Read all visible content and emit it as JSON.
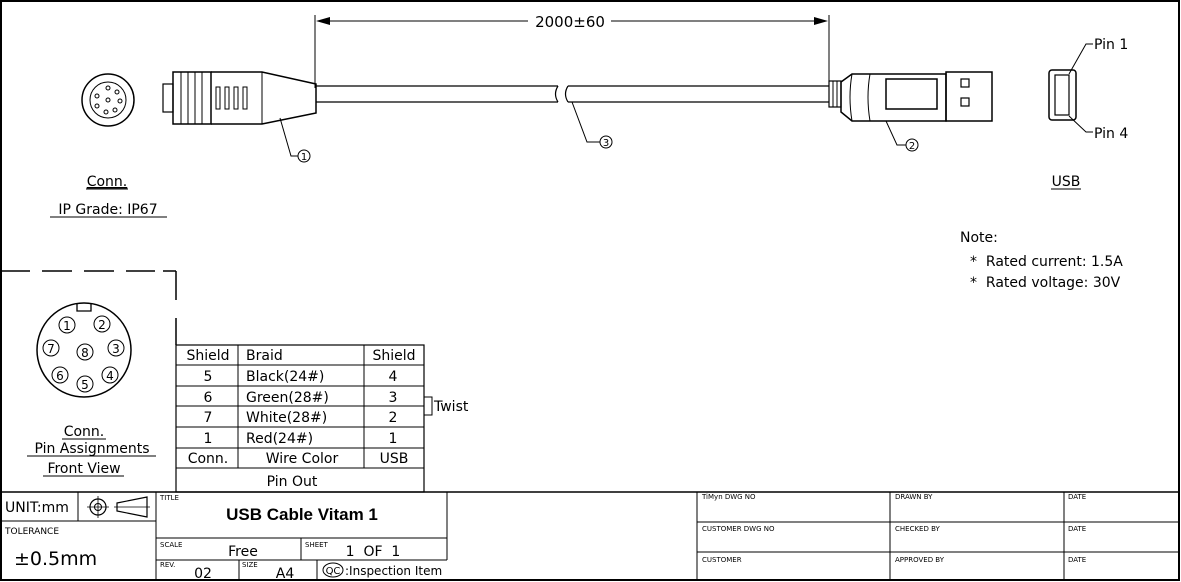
{
  "dimension": {
    "length": "2000±60"
  },
  "callouts": {
    "c1": "1",
    "c2": "2",
    "c3": "3"
  },
  "connector": {
    "label": "Conn.",
    "ip_grade": "IP Grade: IP67"
  },
  "usb": {
    "label": "USB",
    "pin1": "Pin 1",
    "pin4": "Pin 4"
  },
  "note": {
    "heading": "Note:",
    "line1": "*  Rated current: 1.5A",
    "line2": "*  Rated voltage: 30V"
  },
  "pin_assignment": {
    "pins": [
      "1",
      "2",
      "3",
      "4",
      "5",
      "6",
      "7",
      "8"
    ],
    "caption1": "Conn.",
    "caption2": "Pin Assignments",
    "caption3": "Front View"
  },
  "pinout_table": {
    "headers": [
      "Shield",
      "Braid",
      "Shield"
    ],
    "rows": [
      [
        "5",
        "Black(24#)",
        "4"
      ],
      [
        "6",
        "Green(28#)",
        "3"
      ],
      [
        "7",
        "White(28#)",
        "2"
      ],
      [
        "1",
        "Red(24#)",
        "1"
      ]
    ],
    "footer": [
      "Conn.",
      "Wire Color",
      "USB"
    ],
    "title": "Pin Out",
    "twist_label": "Twist"
  },
  "title_block": {
    "unit": "UNIT:mm",
    "tolerance_label": "TOLERANCE",
    "tolerance_value": "±0.5mm",
    "title_label": "TITLE",
    "title": "USB Cable Vitam 1",
    "scale_label": "SCALE",
    "scale": "Free",
    "sheet_label": "SHEET",
    "sheet": "1  OF  1",
    "rev_label": "REV.",
    "rev": "02",
    "size_label": "SIZE",
    "size": "A4",
    "qc_symbol": "QC",
    "qc_text": ":Inspection Item",
    "dwg_no_label": "TiMyn DWG NO",
    "customer_dwg_label": "CUSTOMER DWG NO",
    "customer_label": "CUSTOMER",
    "drawn_by_label": "DRAWN BY",
    "checked_by_label": "CHECKED BY",
    "approved_by_label": "APPROVED BY",
    "date_label": "DATE"
  }
}
